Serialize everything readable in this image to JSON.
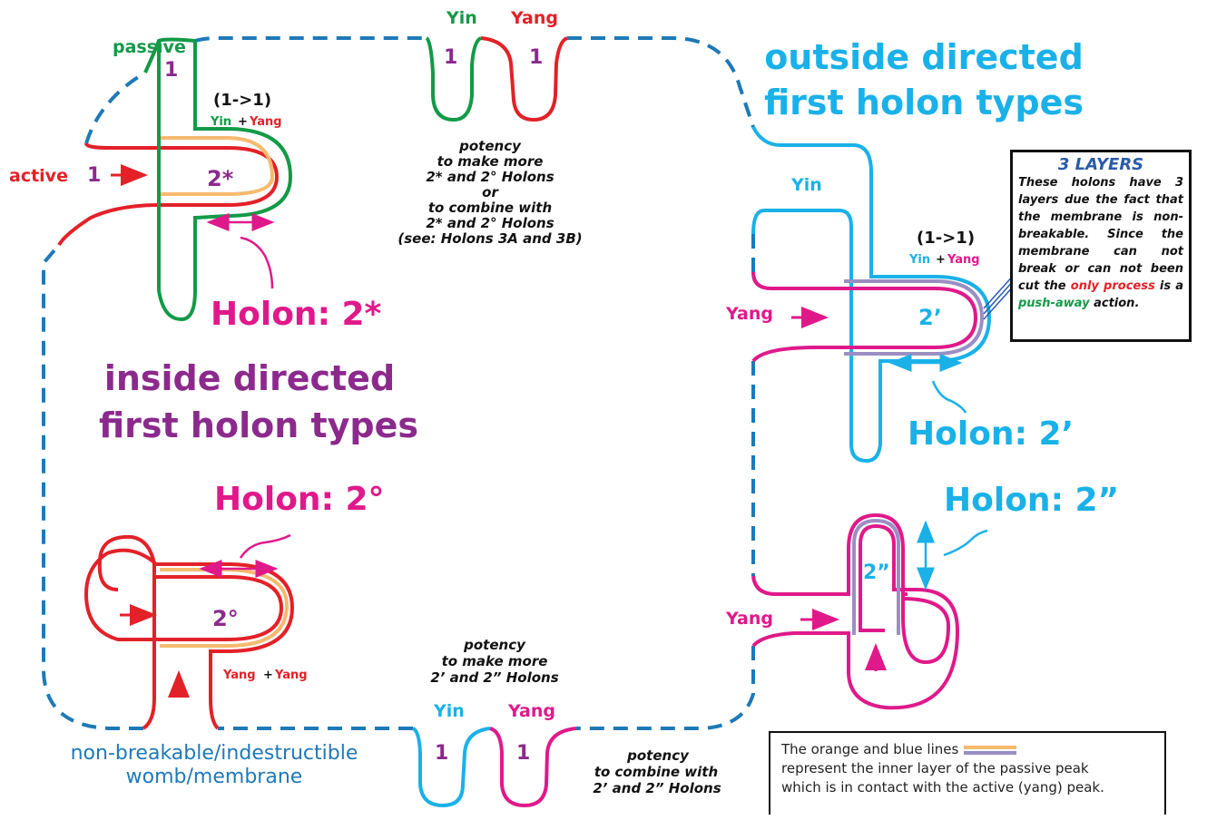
{
  "colors": {
    "green": "#129a47",
    "red": "#e32128",
    "purple": "#8b2a8c",
    "magenta": "#e0198a",
    "cyan": "#1ab1e8",
    "dashed_blue": "#1e79b7",
    "orange": "#f6ba6e",
    "lavender": "#9b8ec4",
    "black": "#111111"
  },
  "headings": {
    "outside_line1": "outside directed",
    "outside_line2": "first holon types",
    "inside_line1": "inside directed",
    "inside_line2": "first holon types"
  },
  "holons": {
    "h2star": "Holon: 2*",
    "h2deg": "Holon: 2°",
    "h2prime": "Holon: 2’",
    "h2dprime": "Holon: 2”"
  },
  "labels": {
    "passive": "passive",
    "active": "active",
    "one": "1",
    "ratio": "(1->1)",
    "yin": "Yin",
    "yang": "Yang",
    "plus": "+",
    "n2star": "2*",
    "n2deg": "2°",
    "n2prime": "2’",
    "n2dprime": "2”"
  },
  "potency_top": [
    "potency",
    "to make more",
    "2* and 2° Holons",
    "or",
    "to combine with",
    "2* and 2° Holons",
    "(see: Holons 3A and 3B)"
  ],
  "potency_bottom": [
    "potency",
    "to make more",
    "2’ and 2” Holons"
  ],
  "potency_right": [
    "potency",
    "to combine with",
    "2’ and 2” Holons"
  ],
  "layers_box": {
    "title": "3 LAYERS",
    "text_before": "These holons have 3 layers due the fact that the membrane is non-breakable. Since the membrane can not break or can not been cut the ",
    "only_process": "only process",
    "is_a": " is a ",
    "push_away": "push-away",
    "action": " action."
  },
  "membrane_caption": {
    "line1": "non-breakable/indestructible",
    "line2": "womb/membrane"
  },
  "note": {
    "line1": "The orange and blue lines",
    "line2": "represent the inner layer of the passive peak",
    "line3": "which is in contact with the active (yang) peak."
  }
}
